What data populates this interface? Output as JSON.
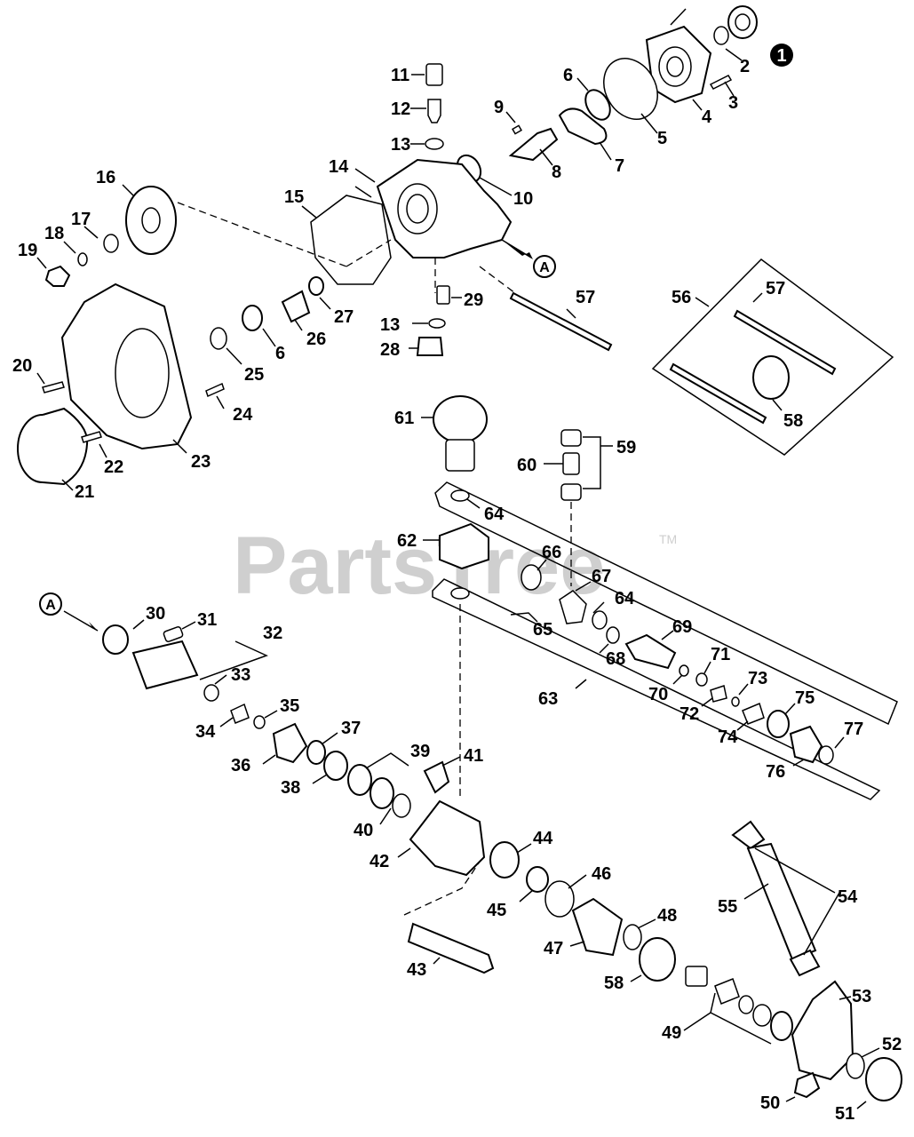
{
  "diagram": {
    "watermark": "PartsTree",
    "trademark": "TM",
    "callout_badge": "1",
    "reference_marker": "A",
    "part_labels": [
      "2",
      "3",
      "4",
      "5",
      "6",
      "7",
      "8",
      "9",
      "10",
      "11",
      "12",
      "13",
      "14",
      "15",
      "16",
      "17",
      "18",
      "19",
      "20",
      "21",
      "22",
      "23",
      "24",
      "25",
      "6",
      "26",
      "27",
      "13",
      "28",
      "29",
      "57",
      "56",
      "57",
      "58",
      "61",
      "59",
      "60",
      "64",
      "62",
      "66",
      "67",
      "64",
      "65",
      "68",
      "69",
      "70",
      "71",
      "72",
      "73",
      "74",
      "75",
      "76",
      "77",
      "63",
      "30",
      "31",
      "32",
      "33",
      "34",
      "35",
      "36",
      "37",
      "38",
      "39",
      "40",
      "41",
      "42",
      "44",
      "45",
      "46",
      "47",
      "48",
      "58",
      "43",
      "55",
      "54",
      "53",
      "49",
      "52",
      "50",
      "51"
    ]
  }
}
